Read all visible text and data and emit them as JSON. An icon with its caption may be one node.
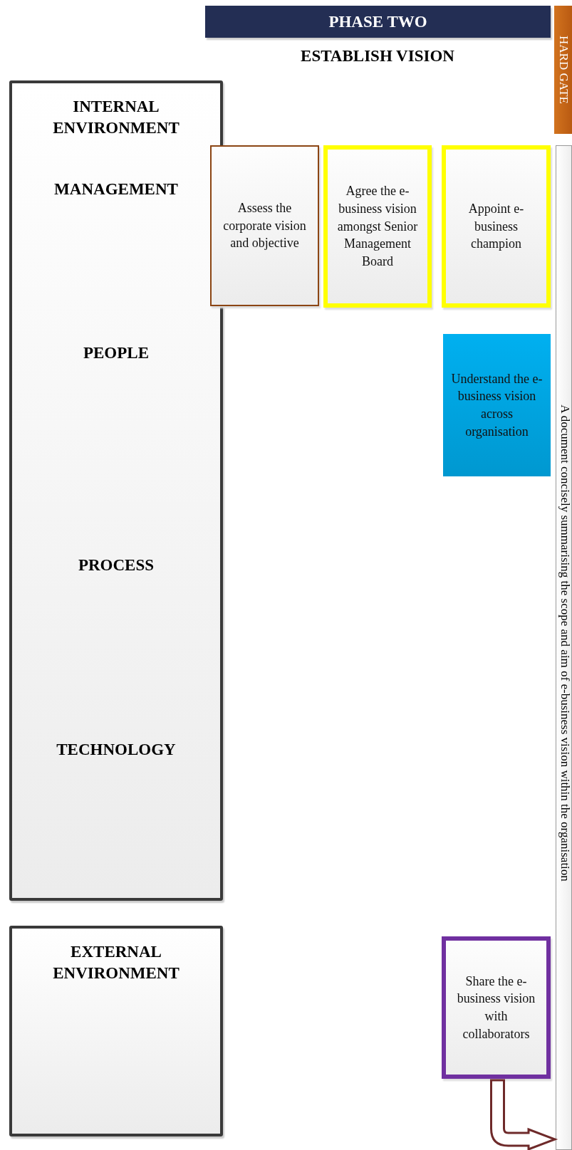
{
  "diagram": {
    "title": "ESTABLISH VISION",
    "nodes": [
      {
        "text": [
          "PHASE TWO"
        ]
      },
      {
        "text": [
          "HARD GATE"
        ]
      },
      {
        "text": [
          "INTERNAL ENVIRONMENT",
          "MANAGEMENT",
          "PEOPLE",
          "PROCESS",
          "TECHNOLOGY"
        ]
      },
      {
        "text": [
          "Assess the corporate vision and objective"
        ]
      },
      {
        "text": [
          "Agree the e-business vision amongst Senior Management Board"
        ]
      },
      {
        "text": [
          "Appoint e-business champion"
        ]
      },
      {
        "text": [
          "Understand the e-business vision across organisation"
        ]
      },
      {
        "text": [
          "A document concisely summarising the scope and aim of e-business vision within the organisation"
        ]
      },
      {
        "text": [
          "EXTERNAL ENVIRONMENT"
        ]
      },
      {
        "text": [
          "Share the e-business vision with collaborators"
        ]
      }
    ],
    "edges": [
      {
        "from": 9,
        "to": 7,
        "arrow": "to"
      }
    ]
  }
}
